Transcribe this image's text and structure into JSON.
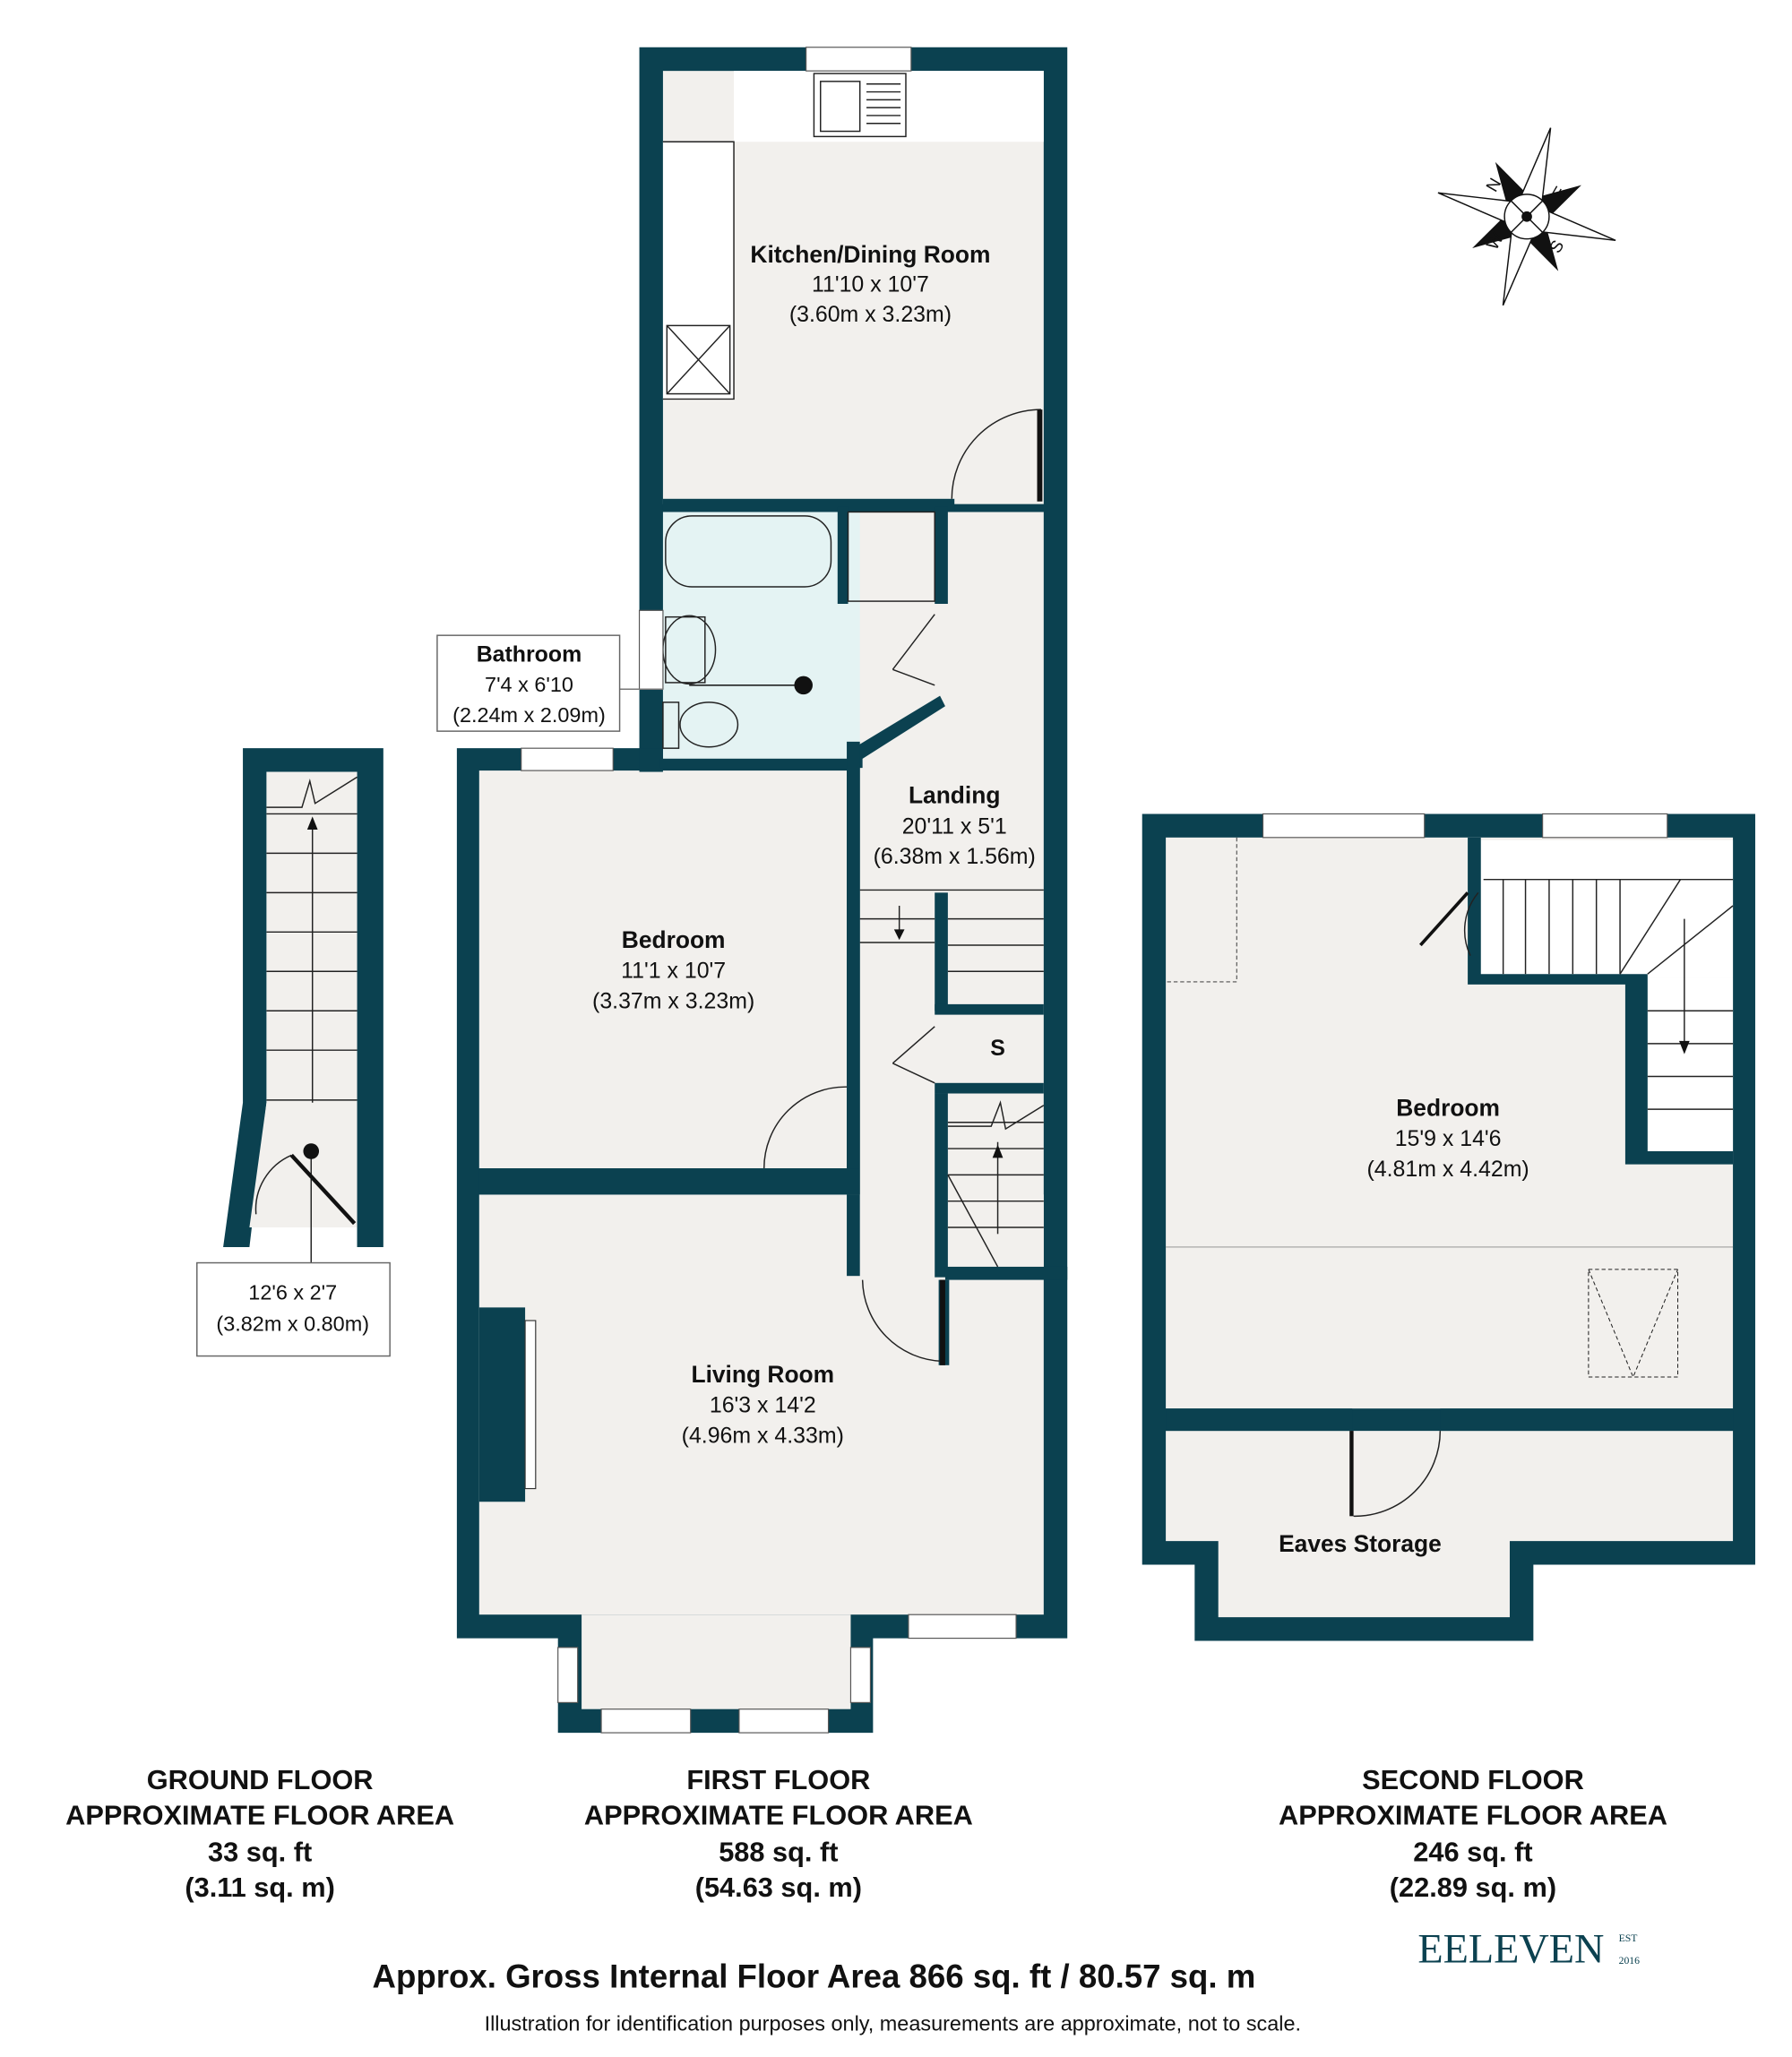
{
  "rooms": {
    "kitchen": {
      "name": "Kitchen/Dining Room",
      "imperial": "11'10 x 10'7",
      "metric": "(3.60m x 3.23m)"
    },
    "bathroom": {
      "name": "Bathroom",
      "imperial": "7'4 x 6'10",
      "metric": "(2.24m x 2.09m)"
    },
    "landing": {
      "name": "Landing",
      "imperial": "20'11 x 5'1",
      "metric": "(6.38m x 1.56m)"
    },
    "bedroom1": {
      "name": "Bedroom",
      "imperial": "11'1 x 10'7",
      "metric": "(3.37m x 3.23m)"
    },
    "living": {
      "name": "Living Room",
      "imperial": "16'3 x 14'2",
      "metric": "(4.96m x 4.33m)"
    },
    "store": {
      "name": "S"
    },
    "hall": {
      "imperial": "12'6 x 2'7",
      "metric": "(3.82m x 0.80m)"
    },
    "bedroom2": {
      "name": "Bedroom",
      "imperial": "15'9 x 14'6",
      "metric": "(4.81m x 4.42m)"
    },
    "eaves": {
      "name": "Eaves Storage"
    }
  },
  "floors": [
    {
      "title": "GROUND FLOOR",
      "subtitle": "APPROXIMATE FLOOR AREA",
      "sqft": "33 sq. ft",
      "sqm": "(3.11 sq. m)"
    },
    {
      "title": "FIRST FLOOR",
      "subtitle": "APPROXIMATE FLOOR AREA",
      "sqft": "588 sq. ft",
      "sqm": "(54.63 sq. m)"
    },
    {
      "title": "SECOND FLOOR",
      "subtitle": "APPROXIMATE FLOOR AREA",
      "sqft": "246 sq. ft",
      "sqm": "(22.89 sq. m)"
    }
  ],
  "total": "Approx. Gross Internal Floor Area 866 sq. ft / 80.57 sq. m",
  "disclaimer": "Illustration for identification purposes only, measurements are approximate, not to scale.",
  "compass": {
    "n": "N",
    "e": "E",
    "s": "S",
    "w": "W"
  },
  "logo": {
    "text": "EELEVEN",
    "est": "EST",
    "year": "2016"
  },
  "colors": {
    "wall": "#0b4150",
    "floor": "#f2f0ed",
    "bathroom": "#e4f3f3"
  }
}
